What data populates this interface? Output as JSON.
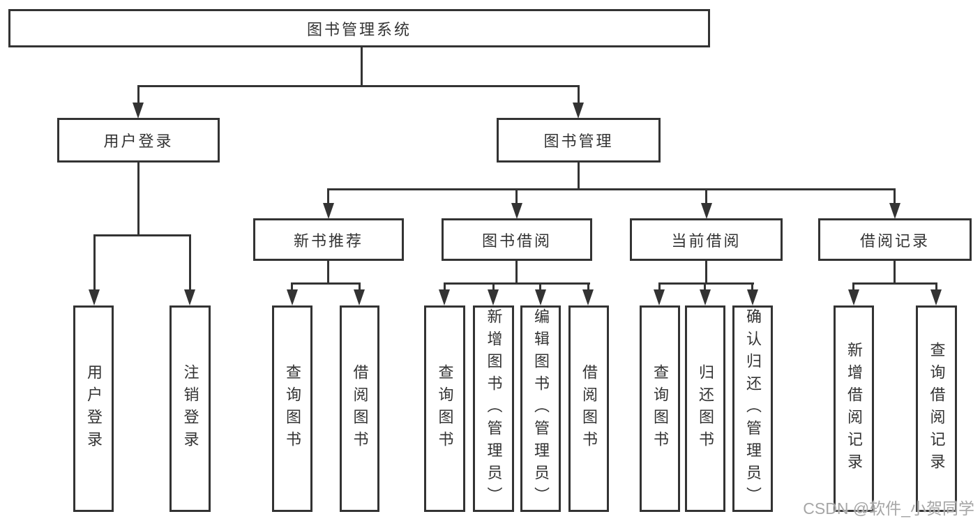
{
  "tree": {
    "root": {
      "label": "图书管理系统"
    },
    "branches": [
      {
        "label": "用户登录",
        "children": [
          {
            "label": "用户登录"
          },
          {
            "label": "注销登录"
          }
        ]
      },
      {
        "label": "图书管理",
        "children": [
          {
            "label": "新书推荐",
            "children": [
              {
                "label": "查询图书"
              },
              {
                "label": "借阅图书"
              }
            ]
          },
          {
            "label": "图书借阅",
            "children": [
              {
                "label": "查询图书"
              },
              {
                "label": "新增图书（管理员）"
              },
              {
                "label": "编辑图书（管理员）"
              },
              {
                "label": "借阅图书"
              }
            ]
          },
          {
            "label": "当前借阅",
            "children": [
              {
                "label": "查询图书"
              },
              {
                "label": "归还图书"
              },
              {
                "label": "确认归还（管理员）"
              }
            ]
          },
          {
            "label": "借阅记录",
            "children": [
              {
                "label": "新增借阅记录"
              },
              {
                "label": "查询借阅记录"
              }
            ]
          }
        ]
      }
    ]
  },
  "colors": {
    "line": "#333333",
    "text": "#333333",
    "background": "#ffffff",
    "watermark": "#a6a6a6"
  },
  "watermark": {
    "text": "CSDN @软件_小贺同学"
  }
}
